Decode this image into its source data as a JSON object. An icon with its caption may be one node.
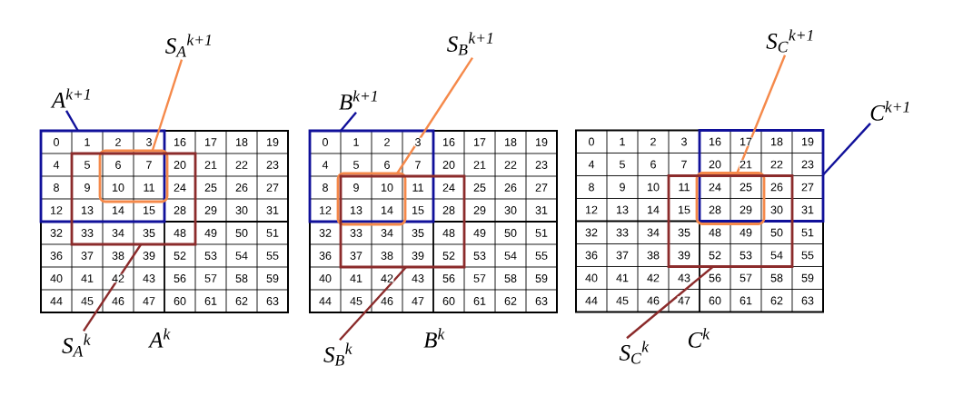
{
  "diagram": {
    "nodes": [
      {
        "text": [
          "S$_{A}$$^{k+1}$"
        ]
      },
      {
        "text": [
          "A$^{k+1}$"
        ]
      },
      {
        "text": [],
        "shape": "box"
      },
      {
        "text": [],
        "shape": "box"
      },
      {
        "text": [],
        "shape": "box"
      },
      {
        "text": [
          "S$_{A}$$^{k}$"
        ]
      },
      {
        "text": [
          "S$_{B}$$^{k+1}$"
        ]
      },
      {
        "text": [
          "B$^{k+1}$"
        ]
      },
      {
        "text": [],
        "shape": "box"
      },
      {
        "text": [],
        "shape": "box"
      },
      {
        "text": [],
        "shape": "box"
      },
      {
        "text": [
          "S$_{B}$$^{k}$"
        ]
      },
      {
        "text": [
          "S$_{C}$$^{k+1}$"
        ]
      },
      {
        "text": [
          "C$^{k+1}$"
        ]
      },
      {
        "text": [],
        "shape": "box"
      },
      {
        "text": [],
        "shape": "box"
      },
      {
        "text": [],
        "shape": "box"
      },
      {
        "text": [
          "S$_{C}$$^{k}$"
        ]
      }
    ],
    "edges": [
      {
        "from": 1,
        "to": 2,
        "arrow": "none",
        "color": "#10109a"
      },
      {
        "from": 0,
        "to": 3,
        "arrow": "none",
        "color": "#f5894a"
      },
      {
        "from": 5,
        "to": 4,
        "arrow": "none",
        "color": "#8b2b2b"
      },
      {
        "from": 7,
        "to": 8,
        "arrow": "none",
        "color": "#10109a"
      },
      {
        "from": 6,
        "to": 9,
        "arrow": "none",
        "color": "#f5894a"
      },
      {
        "from": 11,
        "to": 10,
        "arrow": "none",
        "color": "#8b2b2b"
      },
      {
        "from": 13,
        "to": 14,
        "arrow": "none",
        "color": "#10109a"
      },
      {
        "from": 12,
        "to": 15,
        "arrow": "none",
        "color": "#f5894a"
      },
      {
        "from": 17,
        "to": 16,
        "arrow": "none",
        "color": "#8b2b2b"
      }
    ],
    "labels": [
      "0",
      "1",
      "2",
      "3",
      "16",
      "17",
      "18",
      "19",
      "4",
      "5",
      "6",
      "7",
      "20",
      "21",
      "22",
      "23",
      "8",
      "9",
      "10",
      "11",
      "24",
      "25",
      "26",
      "27",
      "12",
      "13",
      "14",
      "15",
      "28",
      "29",
      "30",
      "31",
      "32",
      "33",
      "34",
      "35",
      "48",
      "49",
      "50",
      "51",
      "36",
      "37",
      "38",
      "39",
      "52",
      "53",
      "54",
      "55",
      "40",
      "41",
      "42",
      "43",
      "56",
      "57",
      "58",
      "59",
      "44",
      "45",
      "46",
      "47",
      "60",
      "61",
      "62",
      "63",
      "A$^{k}$",
      "0",
      "1",
      "2",
      "3",
      "16",
      "17",
      "18",
      "19",
      "4",
      "5",
      "6",
      "7",
      "20",
      "21",
      "22",
      "23",
      "8",
      "9",
      "10",
      "11",
      "24",
      "25",
      "26",
      "27",
      "12",
      "13",
      "14",
      "15",
      "28",
      "29",
      "30",
      "31",
      "32",
      "33",
      "34",
      "35",
      "48",
      "49",
      "50",
      "51",
      "36",
      "37",
      "38",
      "39",
      "52",
      "53",
      "54",
      "55",
      "40",
      "41",
      "42",
      "43",
      "56",
      "57",
      "58",
      "59",
      "44",
      "45",
      "46",
      "47",
      "60",
      "61",
      "62",
      "63",
      "B$^{k}$",
      "0",
      "1",
      "2",
      "3",
      "16",
      "17",
      "18",
      "19",
      "4",
      "5",
      "6",
      "7",
      "20",
      "21",
      "22",
      "23",
      "8",
      "9",
      "10",
      "11",
      "24",
      "25",
      "26",
      "27",
      "12",
      "13",
      "14",
      "15",
      "28",
      "29",
      "30",
      "31",
      "32",
      "33",
      "34",
      "35",
      "48",
      "49",
      "50",
      "51",
      "36",
      "37",
      "38",
      "39",
      "52",
      "53",
      "54",
      "55",
      "40",
      "41",
      "42",
      "43",
      "56",
      "57",
      "58",
      "59",
      "44",
      "45",
      "46",
      "47",
      "60",
      "61",
      "62",
      "63",
      "C$^{k}$"
    ]
  }
}
